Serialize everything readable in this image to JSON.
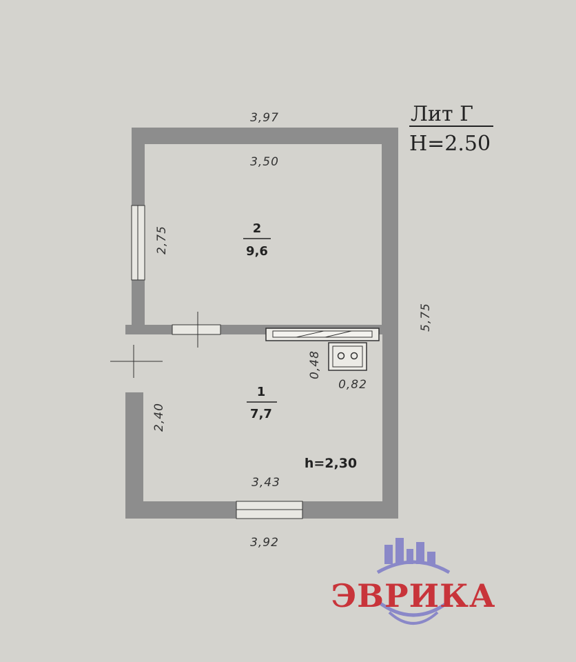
{
  "header": {
    "title": "Лит Г",
    "height": "H=2.50"
  },
  "dimensions": {
    "top_outer": "3,97",
    "top_inner": "3,50",
    "right_outer": "5,75",
    "room2_left": "2,75",
    "room1_left": "2,40",
    "bottom_inner": "3,43",
    "bottom_outer": "3,92",
    "stove_depth": "0,48",
    "stove_width": "0,82"
  },
  "rooms": [
    {
      "number": "2",
      "area": "9,6"
    },
    {
      "number": "1",
      "area": "7,7"
    }
  ],
  "room1_height": "h=2,30",
  "watermark": {
    "brand": "ЭВРИКА"
  },
  "colors": {
    "wall": "#8d8d8d",
    "background": "#d4d3ce",
    "brand": "#c8343a",
    "globe": "#8a88c8"
  }
}
